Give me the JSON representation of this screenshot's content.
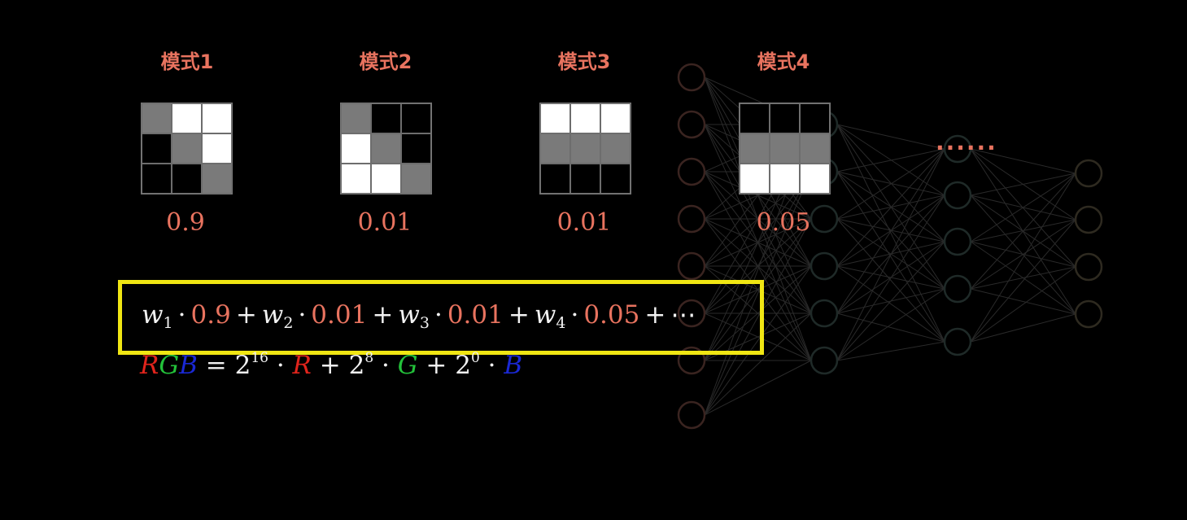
{
  "patterns": [
    {
      "label": "模式1",
      "score": "0.9",
      "cells": [
        "#7a7a7a",
        "#ffffff",
        "#ffffff",
        "#000000",
        "#7a7a7a",
        "#ffffff",
        "#000000",
        "#000000",
        "#7a7a7a"
      ]
    },
    {
      "label": "模式2",
      "score": "0.01",
      "cells": [
        "#7a7a7a",
        "#000000",
        "#000000",
        "#ffffff",
        "#7a7a7a",
        "#000000",
        "#ffffff",
        "#ffffff",
        "#7a7a7a"
      ]
    },
    {
      "label": "模式3",
      "score": "0.01",
      "cells": [
        "#ffffff",
        "#ffffff",
        "#ffffff",
        "#7a7a7a",
        "#7a7a7a",
        "#7a7a7a",
        "#000000",
        "#000000",
        "#000000"
      ]
    },
    {
      "label": "模式4",
      "score": "0.05",
      "cells": [
        "#000000",
        "#000000",
        "#000000",
        "#7a7a7a",
        "#7a7a7a",
        "#7a7a7a",
        "#ffffff",
        "#ffffff",
        "#ffffff"
      ]
    }
  ],
  "ellipsis": "......",
  "formula": {
    "w": "w",
    "subs": [
      "1",
      "2",
      "3",
      "4"
    ],
    "dot": "·",
    "plus": "+",
    "values": [
      "0.9",
      "0.01",
      "0.01",
      "0.05"
    ],
    "tail": "⋯"
  },
  "rgb_formula": {
    "R": "R",
    "G": "G",
    "B": "B",
    "eq": "=",
    "base": "2",
    "exps": [
      "16",
      "8",
      "0"
    ],
    "dot": "·",
    "plus": "+"
  },
  "colors": {
    "accent": "#e8735f",
    "box_border": "#f0e613",
    "red": "#e0241c",
    "green": "#23c23a",
    "blue": "#1a28d4"
  }
}
